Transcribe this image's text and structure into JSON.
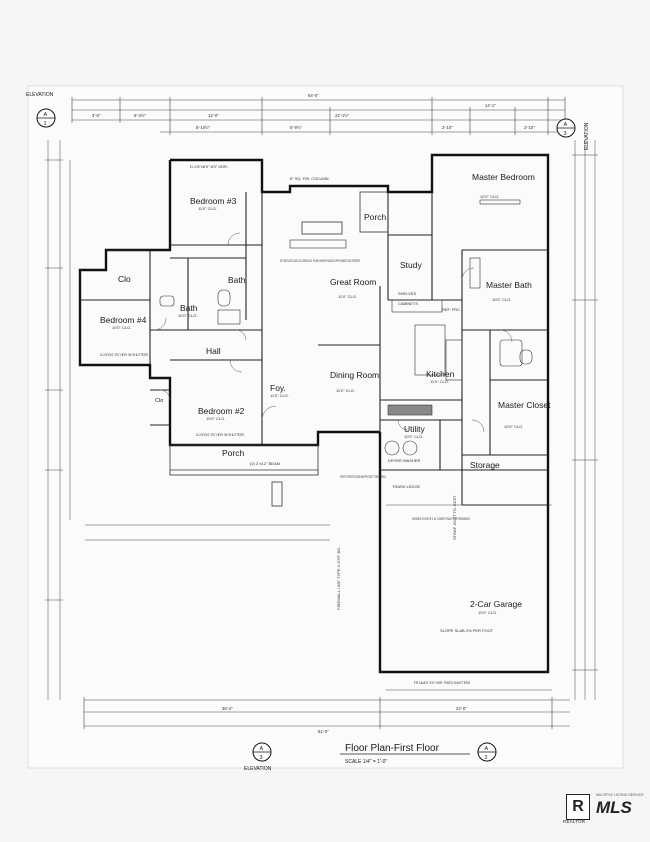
{
  "sheet": {
    "title": "Floor Plan-First Floor",
    "scale_text": "SCALE   1/4\" = 1'-0\"",
    "elevation_label": "ELEVATION",
    "section_marks": [
      "A",
      "3",
      "A",
      "2",
      "A",
      "1"
    ],
    "overall_dims": {
      "top_total": "64'-0\"",
      "bottom_total": "81'-0\"",
      "bottom_left": "36'-4\"",
      "bottom_right": "22'-0\""
    },
    "top_dims": [
      "3'-5\"",
      "9'-3½\"",
      "12'-0\"",
      "22'-1½\"",
      "14'-1\"",
      "8'-10½\"",
      "5'-9½\"",
      "2'-10\"",
      "2'-10\""
    ]
  },
  "rooms": [
    {
      "name": "Bedroom #3",
      "size": "11'0\" CLG."
    },
    {
      "name": "Porch",
      "size": ""
    },
    {
      "name": "Master Bedroom",
      "size": "10'0\" CLG."
    },
    {
      "name": "Clo",
      "size": ""
    },
    {
      "name": "Bath",
      "size": ""
    },
    {
      "name": "Great Room",
      "size": "11'0\" CLG."
    },
    {
      "name": "Study",
      "size": ""
    },
    {
      "name": "Bedroom #4",
      "size": "10'0\" CLG."
    },
    {
      "name": "Bath",
      "size": "10'0\" CLG."
    },
    {
      "name": "Master Bath",
      "size": "10'0\" CLG."
    },
    {
      "name": "Hall",
      "size": ""
    },
    {
      "name": "Foy.",
      "size": "11'0\" CLG."
    },
    {
      "name": "Dining Room",
      "size": "11'0\" CLG."
    },
    {
      "name": "Kitchen",
      "size": "11'0\" CLG."
    },
    {
      "name": "Clo",
      "size": ""
    },
    {
      "name": "Bedroom #2",
      "size": "10'0\" CLG."
    },
    {
      "name": "Master Closet",
      "size": "10'0\" CLG."
    },
    {
      "name": "Utility",
      "size": "10'0\" CLG."
    },
    {
      "name": "Porch",
      "size": ""
    },
    {
      "name": "Storage",
      "size": ""
    },
    {
      "name": "2-Car Garage",
      "size": "10'0\" CLG."
    }
  ],
  "notes": {
    "fireplace": "36\" VENTLESS GAS LOG FIREPLACE FLUSH HEARTH MANTEL PER OWNER GAS STARTER",
    "garage_floor": "FINISHED FLOOR IS 3 1/2\" LOWER THAN F.F. OF RESIDENCE",
    "slope": "SLOPE SLAB 2% PER FOOT",
    "frost_proof": "FROST PROOF HOSE BIB PROTECT THRU BRICK",
    "trash_ledge": "TRASH LEDGE",
    "beam": "(2) 2\"x12\" BEAM",
    "column": "8\" SQ. FIB. COLUMN",
    "shelves": "SHELVES",
    "cabinets": "CABINETS",
    "ref": "REF. FRZ.",
    "dryer_washer": "DRYER  WASHER",
    "window_bed3": "D-2'8\"x6'0\" 8'0\" HDR.",
    "window_bed4": "G-2'8\"x5'0\" 8'0\" HDR. W/ SHUTTERS",
    "window_bed2": "G-2'8\"x5'0\" 8'0\" HDR. W/ SHUTTERS",
    "garage_door": "FR 16x8'0\" 8'0\" HDR. FIXED SHUTTERS",
    "strap": "STRAP JOIST TO JOIST",
    "firewall": "FIREWALL / 5/8\" TYPE X GYP. BD."
  },
  "logos": {
    "realtor_mark": "R",
    "realtor_word": "REALTOR",
    "mls_tag": "MULTIPLE LISTING SERVICE",
    "mls_word": "MLS"
  }
}
